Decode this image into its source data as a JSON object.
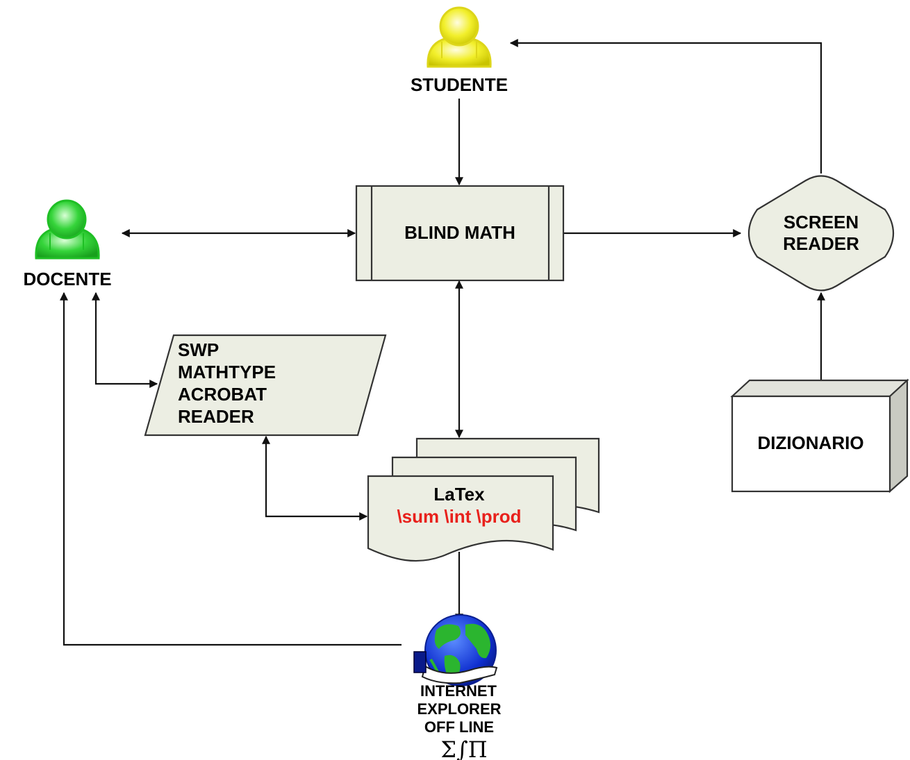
{
  "nodes": {
    "studente": {
      "label": "STUDENTE",
      "color": "#f2ef2b"
    },
    "docente": {
      "label": "DOCENTE",
      "color": "#35d43a"
    },
    "blind_math": {
      "label": "BLIND MATH"
    },
    "screen_reader": {
      "lines": [
        "SCREEN",
        "READER"
      ]
    },
    "editors": {
      "lines": [
        "SWP",
        "MATHTYPE",
        "ACROBAT",
        "READER"
      ]
    },
    "latex": {
      "title": "LaTex",
      "commands": "\\sum \\int \\prod",
      "command_color": "#e8201b"
    },
    "dizionario": {
      "label": "DIZIONARIO"
    },
    "internet": {
      "lines": [
        "INTERNET",
        "EXPLORER",
        "OFF LINE"
      ],
      "symbols": "Σ∫Π"
    }
  },
  "colors": {
    "shape_fill": "#eceee3",
    "outline": "#333333",
    "arrow": "#111111"
  },
  "icons": [
    "user-icon",
    "globe-icon"
  ]
}
